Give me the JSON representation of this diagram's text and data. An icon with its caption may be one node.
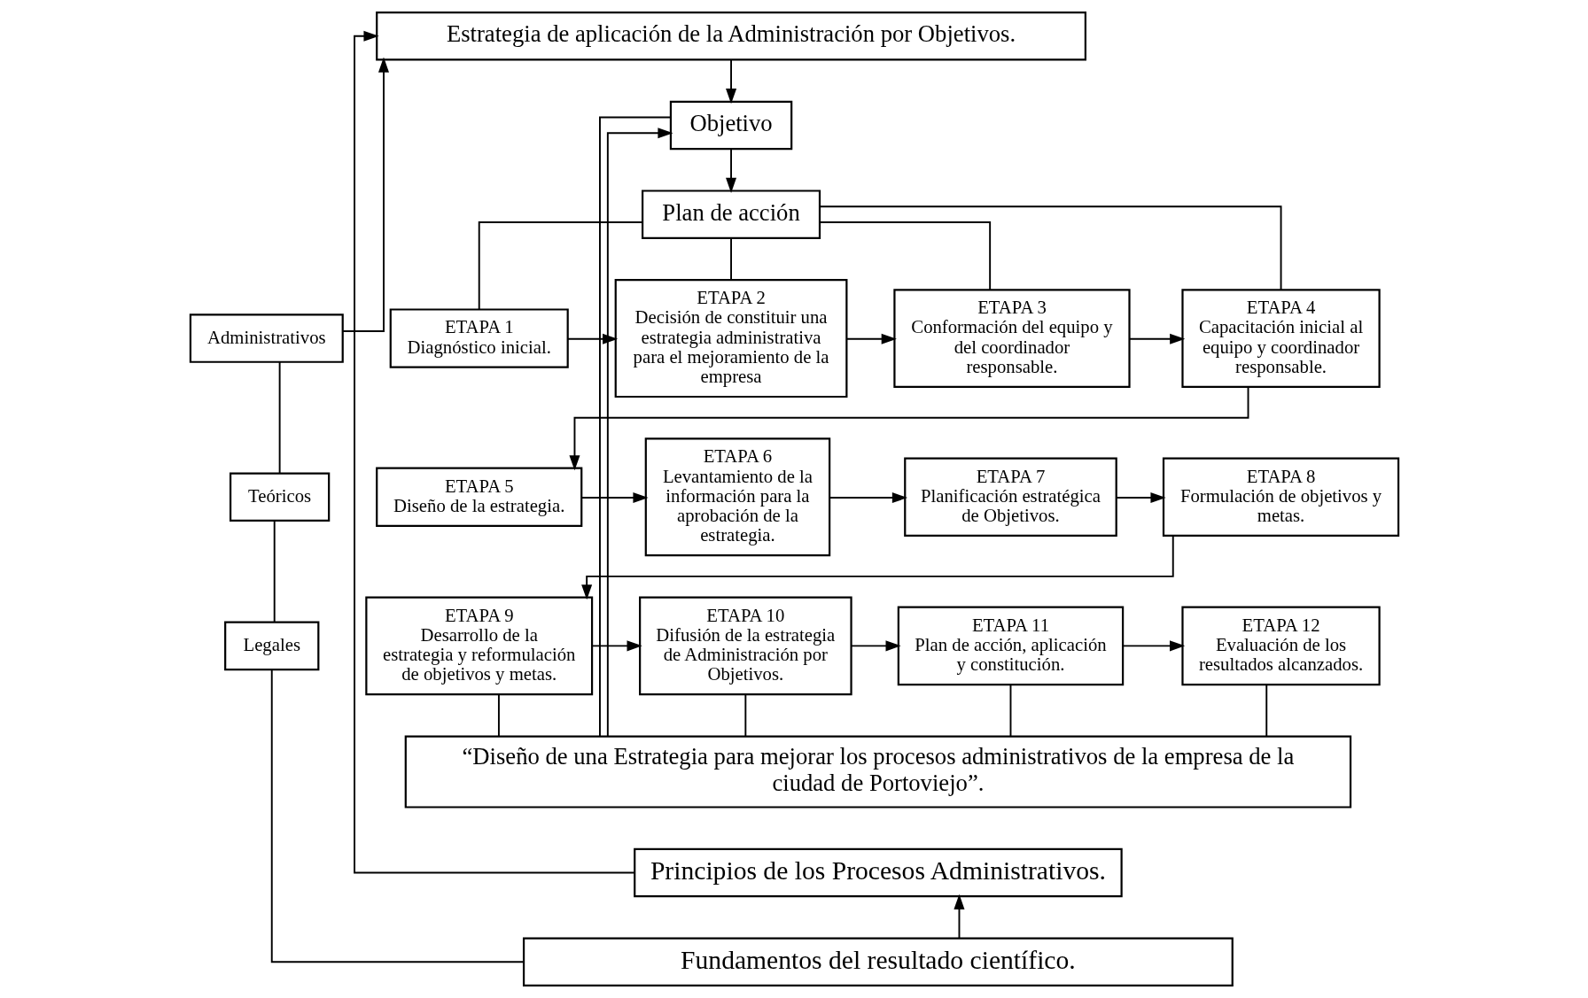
{
  "diagram": {
    "nodes": [
      {
        "text": [
          "Estrategia de aplicación de la Administración por Objetivos."
        ]
      },
      {
        "text": [
          "Objetivo"
        ]
      },
      {
        "text": [
          "Plan de acción"
        ]
      },
      {
        "text": [
          "ETAPA 1",
          "Diagnóstico inicial."
        ]
      },
      {
        "text": [
          "ETAPA 2",
          "Decisión de constituir una estrategia administrativa para el mejoramiento de la empresa"
        ]
      },
      {
        "text": [
          "ETAPA 3",
          "Conformación del equipo y del coordinador responsable."
        ]
      },
      {
        "text": [
          "ETAPA 4",
          "Capacitación inicial al equipo y coordinador responsable."
        ]
      },
      {
        "text": [
          "ETAPA 5",
          "Diseño de la estrategia."
        ]
      },
      {
        "text": [
          "ETAPA 6",
          "Levantamiento de la información para la aprobación de la estrategia."
        ]
      },
      {
        "text": [
          "ETAPA 7",
          "Planificación estratégica de Objetivos."
        ]
      },
      {
        "text": [
          "ETAPA 8",
          "Formulación de objetivos y metas."
        ]
      },
      {
        "text": [
          "ETAPA 9",
          "Desarrollo de la estrategia y reformulación de objetivos y metas."
        ]
      },
      {
        "text": [
          "ETAPA 10",
          "Difusión de la estrategia de Administración por Objetivos."
        ]
      },
      {
        "text": [
          "ETAPA 11",
          "Plan de acción, aplicación y constitución."
        ]
      },
      {
        "text": [
          "ETAPA 12",
          "Evaluación de los resultados alcanzados."
        ]
      },
      {
        "text": [
          "“Diseño de una Estrategia para mejorar los procesos administrativos de la empresa de la ciudad de Portoviejo”."
        ]
      },
      {
        "text": [
          "Principios de los Procesos Administrativos."
        ]
      },
      {
        "text": [
          "Fundamentos del resultado científico."
        ]
      },
      {
        "text": [
          "Administrativos"
        ]
      },
      {
        "text": [
          "Teóricos"
        ]
      },
      {
        "text": [
          "Legales"
        ]
      }
    ],
    "edges": [
      {
        "from": 18,
        "to": 0,
        "arrow": "to"
      },
      {
        "from": 16,
        "to": 0,
        "arrow": "to"
      },
      {
        "from": 0,
        "to": 1,
        "arrow": "to"
      },
      {
        "from": 1,
        "to": 2,
        "arrow": "to"
      },
      {
        "from": 2,
        "to": 3,
        "arrow": "none"
      },
      {
        "from": 2,
        "to": 4,
        "arrow": "none"
      },
      {
        "from": 2,
        "to": 5,
        "arrow": "none"
      },
      {
        "from": 2,
        "to": 6,
        "arrow": "none"
      },
      {
        "from": 3,
        "to": 4,
        "arrow": "to"
      },
      {
        "from": 4,
        "to": 5,
        "arrow": "to"
      },
      {
        "from": 5,
        "to": 6,
        "arrow": "to"
      },
      {
        "from": 6,
        "to": 7,
        "arrow": "to"
      },
      {
        "from": 7,
        "to": 8,
        "arrow": "to"
      },
      {
        "from": 8,
        "to": 9,
        "arrow": "to"
      },
      {
        "from": 9,
        "to": 10,
        "arrow": "to"
      },
      {
        "from": 10,
        "to": 11,
        "arrow": "to"
      },
      {
        "from": 11,
        "to": 12,
        "arrow": "to"
      },
      {
        "from": 12,
        "to": 13,
        "arrow": "to"
      },
      {
        "from": 13,
        "to": 14,
        "arrow": "to"
      },
      {
        "from": 11,
        "to": 15,
        "arrow": "none"
      },
      {
        "from": 12,
        "to": 15,
        "arrow": "none"
      },
      {
        "from": 13,
        "to": 15,
        "arrow": "none"
      },
      {
        "from": 14,
        "to": 15,
        "arrow": "none"
      },
      {
        "from": 15,
        "to": 1,
        "arrow": "none"
      },
      {
        "from": 15,
        "to": 1,
        "arrow": "to"
      },
      {
        "from": 17,
        "to": 16,
        "arrow": "to"
      },
      {
        "from": 18,
        "to": 19,
        "arrow": "none"
      },
      {
        "from": 19,
        "to": 20,
        "arrow": "none"
      },
      {
        "from": 20,
        "to": 17,
        "arrow": "none"
      }
    ]
  }
}
